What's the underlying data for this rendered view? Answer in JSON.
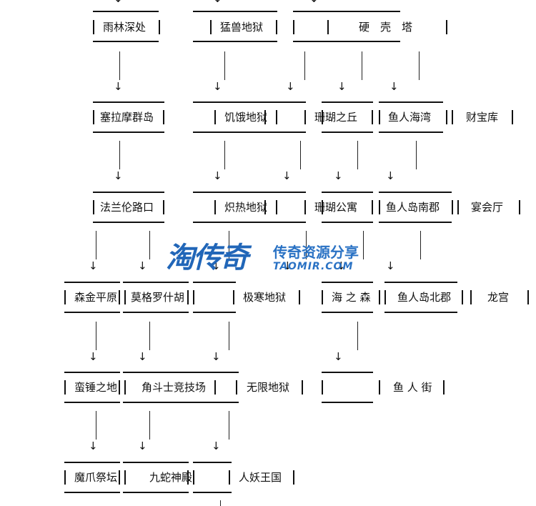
{
  "nodes": {
    "yulin": "雨林深处",
    "mengshou": "猛兽地狱",
    "yingke": "硬　壳　塔",
    "sailamo": "塞拉摩群岛",
    "jie": "饥饿地狱",
    "shanhuqiu": "珊瑚之丘",
    "yurenhaiwan": "鱼人海湾",
    "caibaoku": "财宝库",
    "falanlun": "法兰伦路口",
    "zhire": "炽热地狱",
    "shanhugongyu": "珊瑚公寓",
    "yurennanjun": "鱼人岛南郡",
    "yanhuiting": "宴会厅",
    "senjin": "森金平原",
    "mogeluo": "莫格罗什胡",
    "jihan": "极寒地狱",
    "haizhisen": "海 之 森",
    "yurenbeijun": "鱼人岛北郡",
    "longgong": "龙宫",
    "manchui": "蛮锤之地",
    "jiaodoushi": "角斗士竞技场",
    "wuxian": "无限地狱",
    "yurenjie": "鱼 人 街",
    "mozhao": "魔爪祭坛",
    "jiushe": "九蛇神殿",
    "renyao": "人妖王国"
  },
  "watermark": {
    "big": "淘传奇",
    "cn": "传奇资源分享",
    "en": "TAOMIR.COM",
    "color": "#2166b8"
  }
}
